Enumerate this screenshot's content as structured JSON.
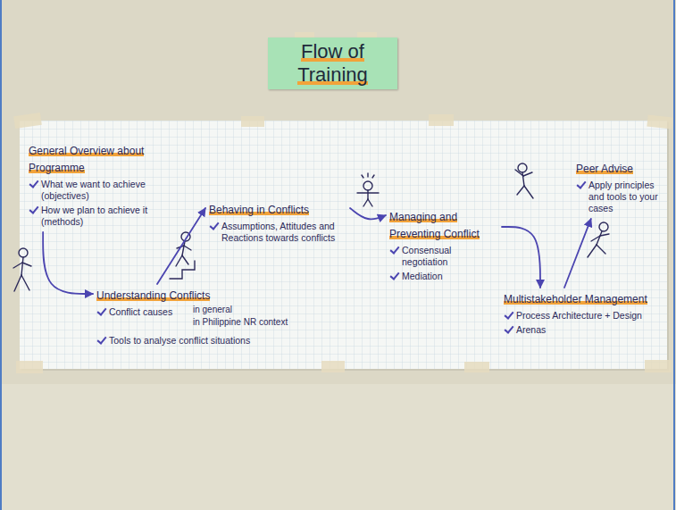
{
  "diagram": {
    "title": "Flow of Training",
    "nodes": [
      {
        "text": [
          "General Overview about Programme",
          "What we want to achieve (objectives)",
          "How we plan to achieve it (methods)"
        ]
      },
      {
        "text": [
          "Understanding Conflicts",
          "Conflict causes",
          "in general",
          "in Philippine NR context",
          "Tools to analyse conflict situations"
        ]
      },
      {
        "text": [
          "Behaving in Conflicts",
          "Assumptions, Attitudes and Reactions towards conflicts"
        ]
      },
      {
        "text": [
          "Managing and Preventing Conflict",
          "Consensual negotiation",
          "Mediation"
        ]
      },
      {
        "text": [
          "Multistakeholder Management",
          "Process Architecture + Design",
          "Arenas"
        ]
      },
      {
        "text": [
          "Peer Advise",
          "Apply principles and tools to your cases"
        ]
      }
    ],
    "edges": [
      {
        "from": 0,
        "to": 1,
        "arrow": "to"
      },
      {
        "from": 1,
        "to": 2,
        "arrow": "to"
      },
      {
        "from": 2,
        "to": 3,
        "arrow": "to"
      },
      {
        "from": 3,
        "to": 4,
        "arrow": "to"
      },
      {
        "from": 4,
        "to": 5,
        "arrow": "to"
      }
    ]
  }
}
